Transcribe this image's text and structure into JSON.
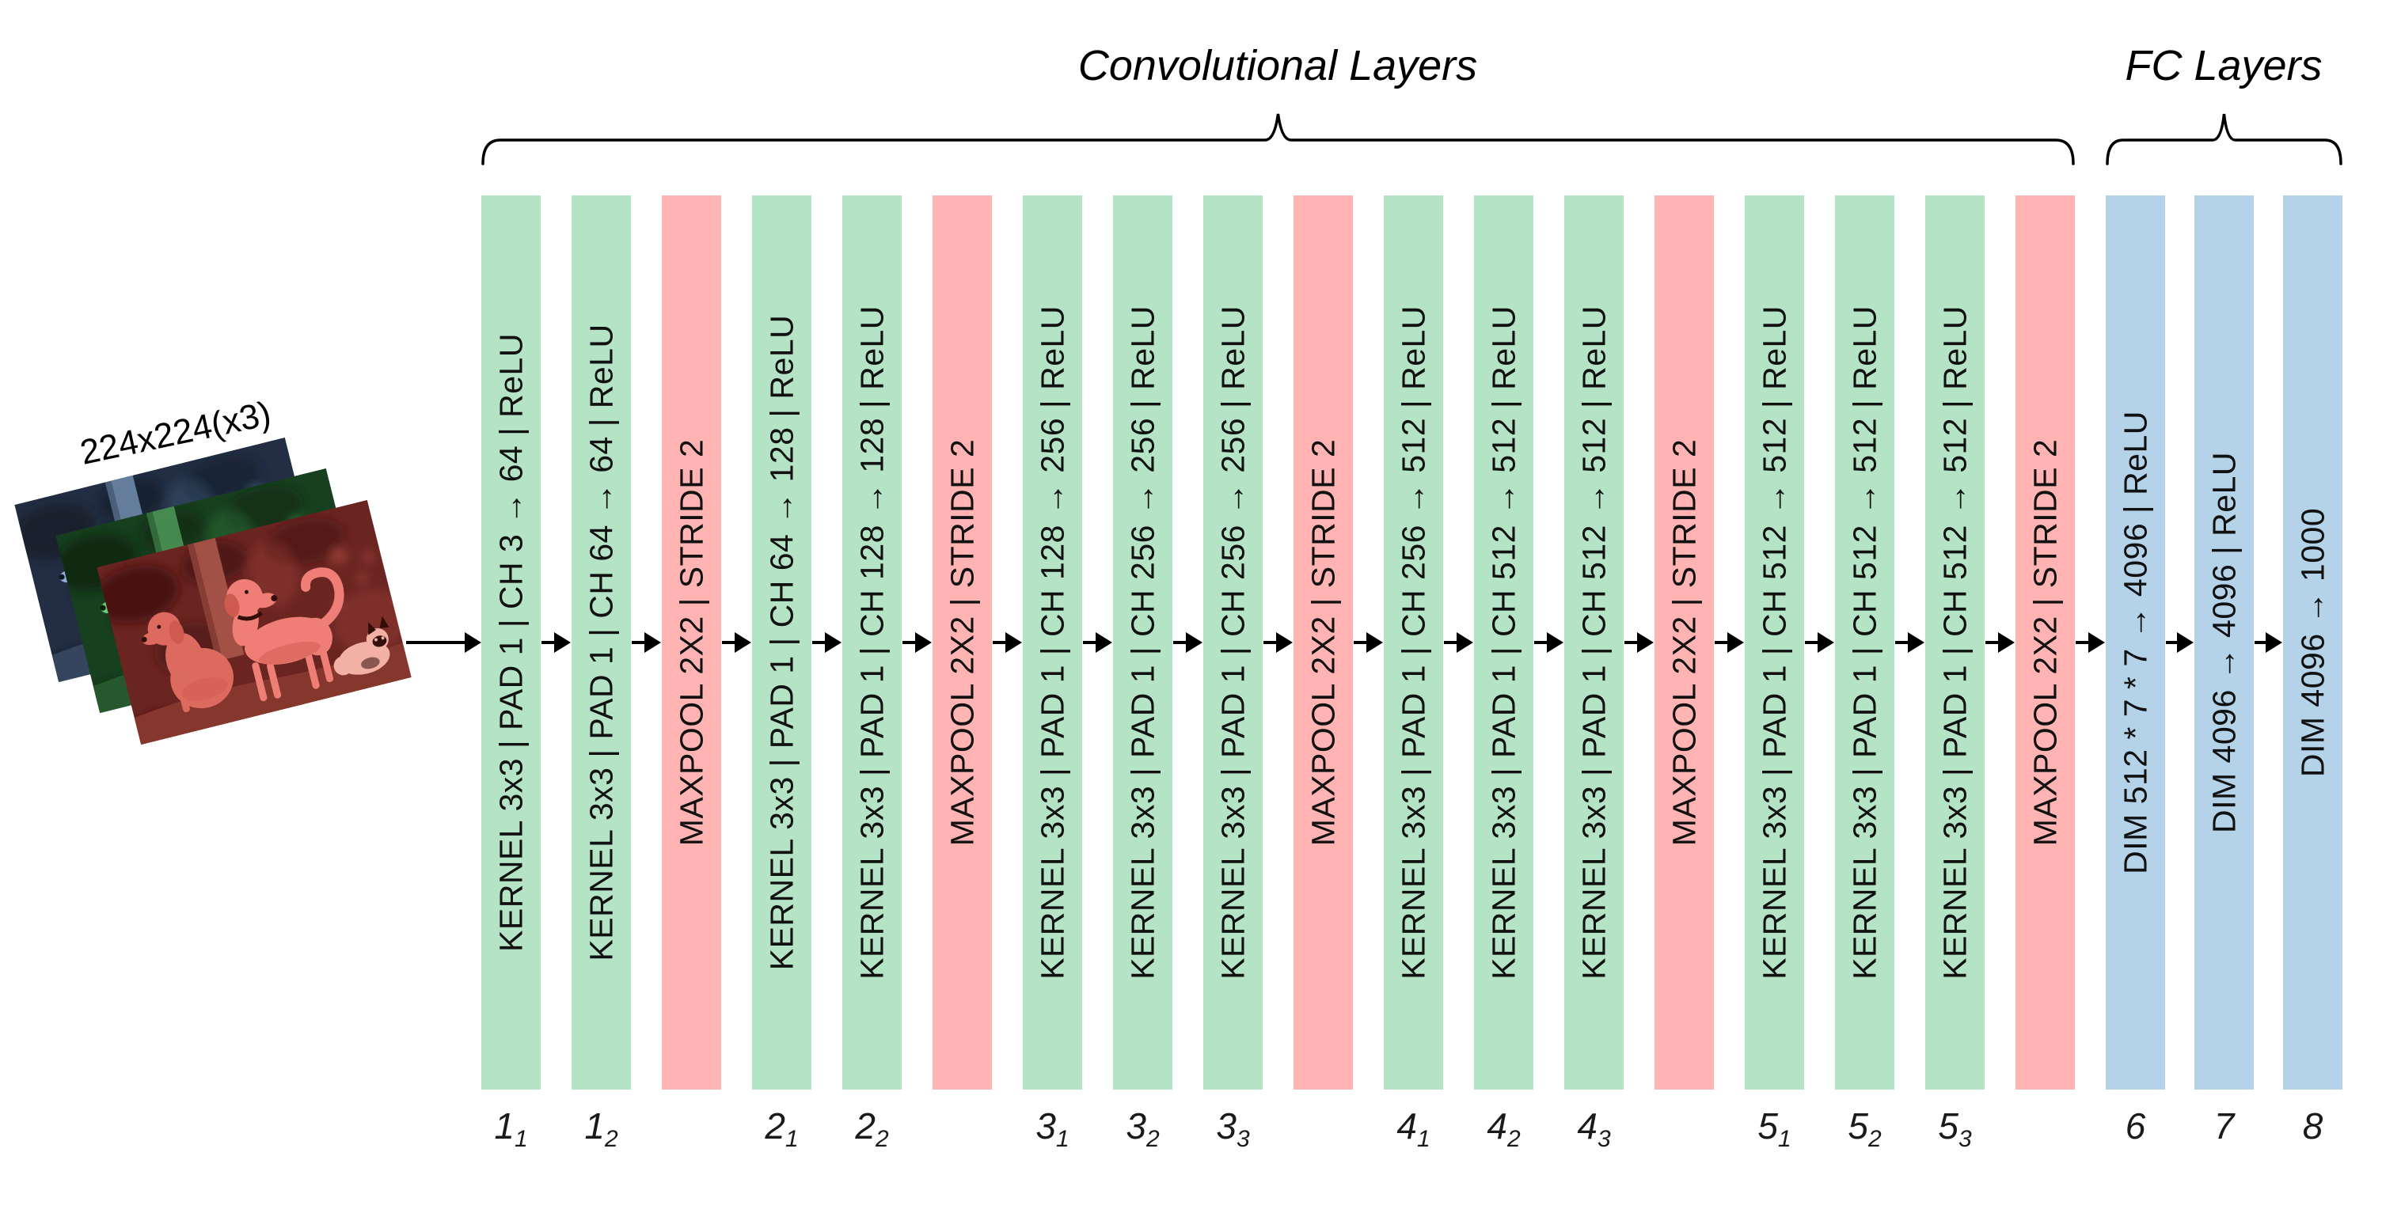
{
  "titles": {
    "conv": "Convolutional Layers",
    "fc": "FC Layers"
  },
  "input": {
    "label": "224x224(x3)",
    "photos": [
      "blue-channel-photo",
      "green-channel-photo",
      "red-channel-photo"
    ]
  },
  "colors": {
    "conv": "#b5e3c5",
    "pool": "#ffb3b3",
    "fc": "#b4d3e9",
    "line": "#000000",
    "text": "#111111"
  },
  "layers": [
    {
      "type": "conv",
      "text": "KERNEL 3x3 | PAD 1 | CH 3 → 64 | ReLU",
      "label": "1",
      "sub": "1"
    },
    {
      "type": "conv",
      "text": "KERNEL 3x3 | PAD 1 | CH 64 → 64 | ReLU",
      "label": "1",
      "sub": "2"
    },
    {
      "type": "pool",
      "text": "MAXPOOL 2X2 | STRIDE 2",
      "label": "",
      "sub": ""
    },
    {
      "type": "conv",
      "text": "KERNEL 3x3 | PAD 1 | CH 64 → 128 | ReLU",
      "label": "2",
      "sub": "1"
    },
    {
      "type": "conv",
      "text": "KERNEL 3x3 | PAD 1 | CH 128 → 128 | ReLU",
      "label": "2",
      "sub": "2"
    },
    {
      "type": "pool",
      "text": "MAXPOOL 2X2 | STRIDE 2",
      "label": "",
      "sub": ""
    },
    {
      "type": "conv",
      "text": "KERNEL 3x3 | PAD 1 | CH 128 → 256 | ReLU",
      "label": "3",
      "sub": "1"
    },
    {
      "type": "conv",
      "text": "KERNEL 3x3 | PAD 1 | CH 256 → 256 | ReLU",
      "label": "3",
      "sub": "2"
    },
    {
      "type": "conv",
      "text": "KERNEL 3x3 | PAD 1 | CH 256 → 256 | ReLU",
      "label": "3",
      "sub": "3"
    },
    {
      "type": "pool",
      "text": "MAXPOOL 2X2 | STRIDE 2",
      "label": "",
      "sub": ""
    },
    {
      "type": "conv",
      "text": "KERNEL 3x3 | PAD 1 | CH 256 → 512 | ReLU",
      "label": "4",
      "sub": "1"
    },
    {
      "type": "conv",
      "text": "KERNEL 3x3 | PAD 1 | CH 512 → 512 | ReLU",
      "label": "4",
      "sub": "2"
    },
    {
      "type": "conv",
      "text": "KERNEL 3x3 | PAD 1 | CH 512 → 512 | ReLU",
      "label": "4",
      "sub": "3"
    },
    {
      "type": "pool",
      "text": "MAXPOOL 2X2 | STRIDE 2",
      "label": "",
      "sub": ""
    },
    {
      "type": "conv",
      "text": "KERNEL 3x3 | PAD 1 | CH 512 → 512 | ReLU",
      "label": "5",
      "sub": "1"
    },
    {
      "type": "conv",
      "text": "KERNEL 3x3 | PAD 1 | CH 512 → 512 | ReLU",
      "label": "5",
      "sub": "2"
    },
    {
      "type": "conv",
      "text": "KERNEL 3x3 | PAD 1 | CH 512 → 512 | ReLU",
      "label": "5",
      "sub": "3"
    },
    {
      "type": "pool",
      "text": "MAXPOOL 2X2 | STRIDE 2",
      "label": "",
      "sub": ""
    },
    {
      "type": "fc",
      "text": "DIM 512 * 7 * 7 → 4096 | ReLU",
      "label": "6",
      "sub": ""
    },
    {
      "type": "fc",
      "text": "DIM 4096 → 4096 | ReLU",
      "label": "7",
      "sub": ""
    },
    {
      "type": "fc",
      "text": "DIM 4096 → 1000",
      "label": "8",
      "sub": ""
    }
  ]
}
